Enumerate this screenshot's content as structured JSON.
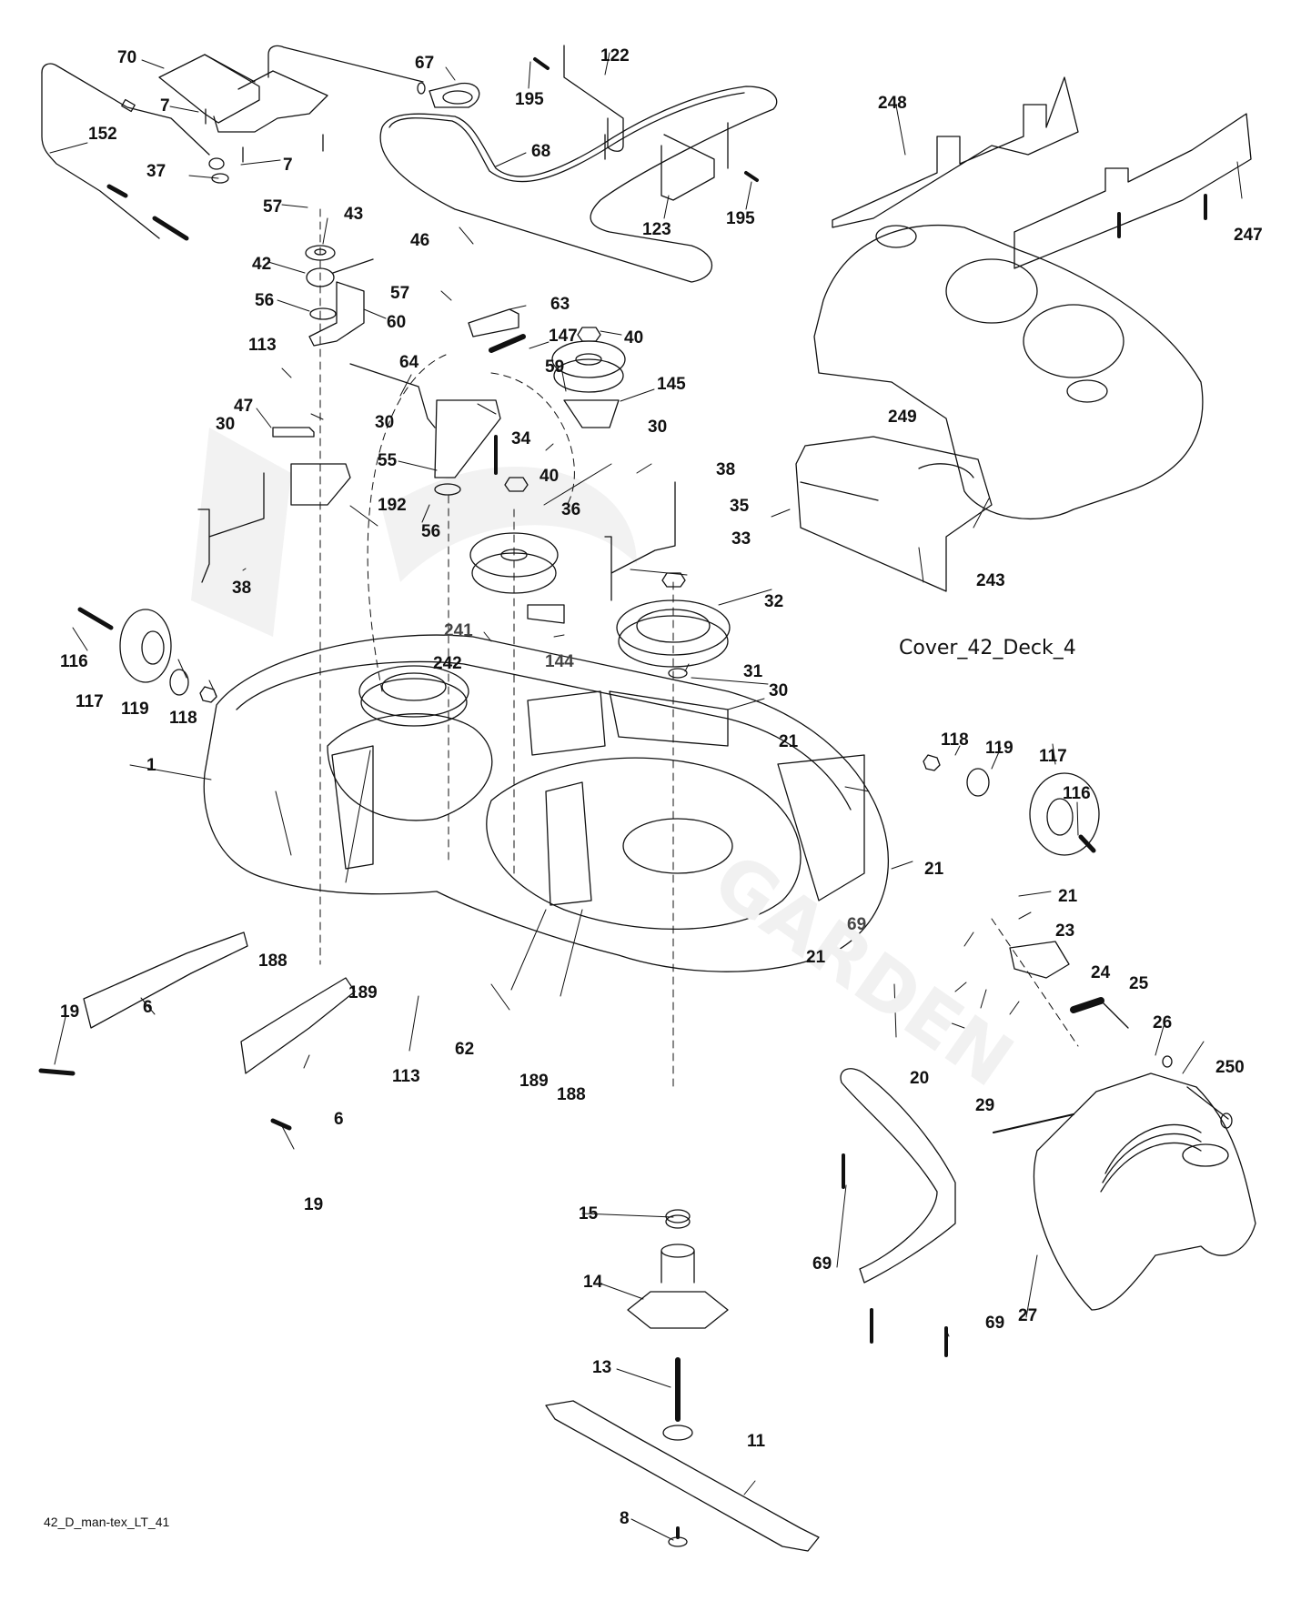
{
  "diagram": {
    "title": "Cover_42_Deck_4",
    "footer_code": "42_D_man-tex_LT_41",
    "watermark": "GARDEN",
    "line_color": "#111111",
    "background": "#ffffff"
  },
  "callouts": [
    {
      "id": "c70",
      "label": "70"
    },
    {
      "id": "c7a",
      "label": "7"
    },
    {
      "id": "c7b",
      "label": "7"
    },
    {
      "id": "c152",
      "label": "152"
    },
    {
      "id": "c37",
      "label": "37"
    },
    {
      "id": "c67",
      "label": "67"
    },
    {
      "id": "c195a",
      "label": "195"
    },
    {
      "id": "c122",
      "label": "122"
    },
    {
      "id": "c68",
      "label": "68"
    },
    {
      "id": "c123",
      "label": "123"
    },
    {
      "id": "c195b",
      "label": "195"
    },
    {
      "id": "c248",
      "label": "248"
    },
    {
      "id": "c247",
      "label": "247"
    },
    {
      "id": "c57a",
      "label": "57"
    },
    {
      "id": "c43",
      "label": "43"
    },
    {
      "id": "c42",
      "label": "42"
    },
    {
      "id": "c46",
      "label": "46"
    },
    {
      "id": "c57b",
      "label": "57"
    },
    {
      "id": "c63",
      "label": "63"
    },
    {
      "id": "c56a",
      "label": "56"
    },
    {
      "id": "c60",
      "label": "60"
    },
    {
      "id": "c147",
      "label": "147"
    },
    {
      "id": "c40a",
      "label": "40"
    },
    {
      "id": "c113a",
      "label": "113"
    },
    {
      "id": "c64",
      "label": "64"
    },
    {
      "id": "c59",
      "label": "59"
    },
    {
      "id": "c145",
      "label": "145"
    },
    {
      "id": "c47",
      "label": "47"
    },
    {
      "id": "c30a",
      "label": "30"
    },
    {
      "id": "c30b",
      "label": "30"
    },
    {
      "id": "c34",
      "label": "34"
    },
    {
      "id": "c55",
      "label": "55"
    },
    {
      "id": "c30c",
      "label": "30"
    },
    {
      "id": "c38a",
      "label": "38"
    },
    {
      "id": "c249",
      "label": "249"
    },
    {
      "id": "c35",
      "label": "35"
    },
    {
      "id": "c40b",
      "label": "40"
    },
    {
      "id": "c192",
      "label": "192"
    },
    {
      "id": "c56b",
      "label": "56"
    },
    {
      "id": "c36",
      "label": "36"
    },
    {
      "id": "c33",
      "label": "33"
    },
    {
      "id": "c243",
      "label": "243"
    },
    {
      "id": "c38b",
      "label": "38"
    },
    {
      "id": "c32",
      "label": "32"
    },
    {
      "id": "c241",
      "label": "241"
    },
    {
      "id": "c144",
      "label": "144"
    },
    {
      "id": "c116a",
      "label": "116"
    },
    {
      "id": "c242",
      "label": "242"
    },
    {
      "id": "c31",
      "label": "31"
    },
    {
      "id": "c117a",
      "label": "117"
    },
    {
      "id": "c119a",
      "label": "119"
    },
    {
      "id": "c118a",
      "label": "118"
    },
    {
      "id": "c30d",
      "label": "30"
    },
    {
      "id": "c1",
      "label": "1"
    },
    {
      "id": "c21a",
      "label": "21"
    },
    {
      "id": "c118b",
      "label": "118"
    },
    {
      "id": "c119b",
      "label": "119"
    },
    {
      "id": "c117b",
      "label": "117"
    },
    {
      "id": "c116b",
      "label": "116"
    },
    {
      "id": "c21b",
      "label": "21"
    },
    {
      "id": "c21c",
      "label": "21"
    },
    {
      "id": "c69a",
      "label": "69"
    },
    {
      "id": "c23",
      "label": "23"
    },
    {
      "id": "c188a",
      "label": "188"
    },
    {
      "id": "c189a",
      "label": "189"
    },
    {
      "id": "c21d",
      "label": "21"
    },
    {
      "id": "c24",
      "label": "24"
    },
    {
      "id": "c25",
      "label": "25"
    },
    {
      "id": "c19a",
      "label": "19"
    },
    {
      "id": "c6a",
      "label": "6"
    },
    {
      "id": "c113b",
      "label": "113"
    },
    {
      "id": "c62",
      "label": "62"
    },
    {
      "id": "c189b",
      "label": "189"
    },
    {
      "id": "c188b",
      "label": "188"
    },
    {
      "id": "c26",
      "label": "26"
    },
    {
      "id": "c250",
      "label": "250"
    },
    {
      "id": "c20",
      "label": "20"
    },
    {
      "id": "c29",
      "label": "29"
    },
    {
      "id": "c6b",
      "label": "6"
    },
    {
      "id": "c19b",
      "label": "19"
    },
    {
      "id": "c15",
      "label": "15"
    },
    {
      "id": "c14",
      "label": "14"
    },
    {
      "id": "c69b",
      "label": "69"
    },
    {
      "id": "c69c",
      "label": "69"
    },
    {
      "id": "c27",
      "label": "27"
    },
    {
      "id": "c13",
      "label": "13"
    },
    {
      "id": "c11",
      "label": "11"
    },
    {
      "id": "c8",
      "label": "8"
    }
  ]
}
